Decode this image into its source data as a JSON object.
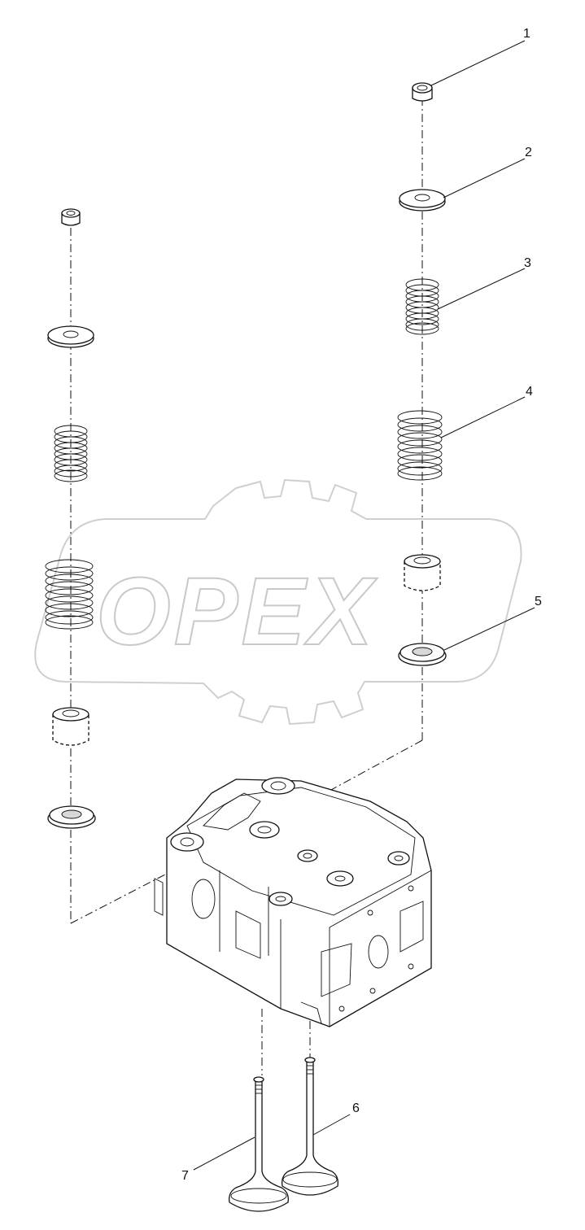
{
  "watermark": {
    "text": "OPEX"
  },
  "callouts": [
    {
      "number": "1",
      "part": "valve-cap"
    },
    {
      "number": "2",
      "part": "spring-retainer"
    },
    {
      "number": "3",
      "part": "inner-valve-spring"
    },
    {
      "number": "4",
      "part": "outer-valve-spring"
    },
    {
      "number": "5",
      "part": "spring-seat-washer"
    },
    {
      "number": "6",
      "part": "intake-valve"
    },
    {
      "number": "7",
      "part": "exhaust-valve"
    }
  ]
}
